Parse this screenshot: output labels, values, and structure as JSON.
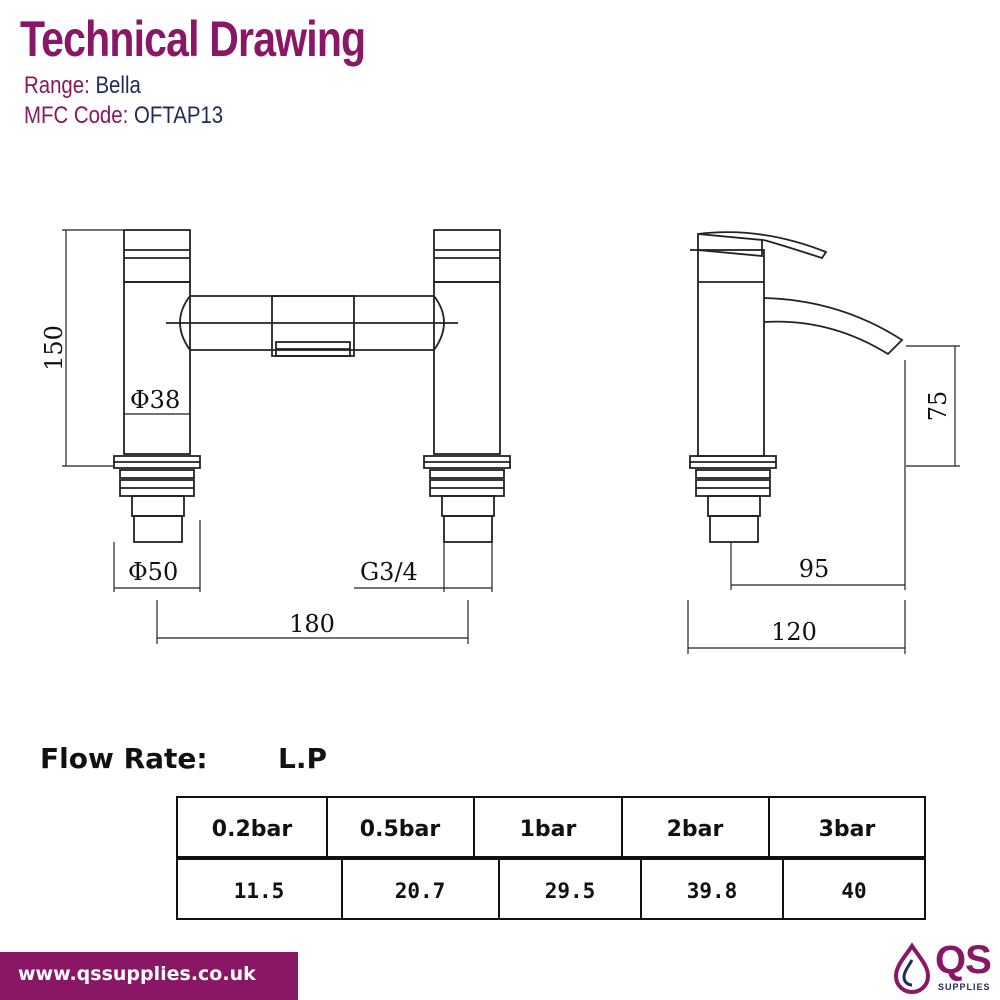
{
  "header": {
    "title": "Technical Drawing",
    "range_label": "Range:",
    "range_value": "Bella",
    "code_label": "MFC Code:",
    "code_value": "OFTAP13"
  },
  "dimensions": {
    "height": "150",
    "body_diameter": "Φ38",
    "base_diameter": "Φ50",
    "thread": "G3/4",
    "centres": "180",
    "spout_height": "75",
    "spout_reach": "95",
    "overall_depth": "120"
  },
  "flow": {
    "label": "Flow Rate:",
    "pressure": "L.P",
    "headers": [
      "0.2bar",
      "0.5bar",
      "1bar",
      "2bar",
      "3bar"
    ],
    "values": [
      "11.5",
      "20.7",
      "29.5",
      "39.8",
      "40"
    ]
  },
  "footer": {
    "url": "www.qssupplies.co.uk",
    "logo_text": "QS",
    "logo_sub": "SUPPLIES"
  },
  "colors": {
    "brand": "#8a1766",
    "brand_dark_text": "#1f2a5a",
    "line": "#222222"
  },
  "icons": {
    "logo": "qs-droplet-logo-icon"
  }
}
